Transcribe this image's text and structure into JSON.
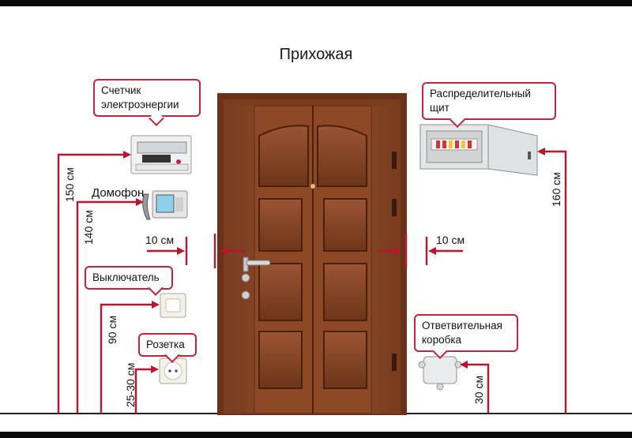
{
  "title": "Прихожая",
  "callouts": {
    "meter": "Счетчик электроэнергии",
    "panel": "Распределительный щит",
    "switch": "Выключатель",
    "socket": "Розетка",
    "junction_box": "Ответвительная коробка"
  },
  "labels": {
    "intercom": "Домофон",
    "h_150": "150 см",
    "h_140": "140 см",
    "h_90": "90 см",
    "h_25_30": "25-30 см",
    "h_160": "160 см",
    "h_30": "30 см",
    "gap_left": "10 см",
    "gap_right": "10 см"
  },
  "colors": {
    "dimension_line": "#b8152e",
    "callout_border": "#c0233c",
    "door_wood": "#8a4a2a",
    "door_dark": "#5e2d17"
  }
}
